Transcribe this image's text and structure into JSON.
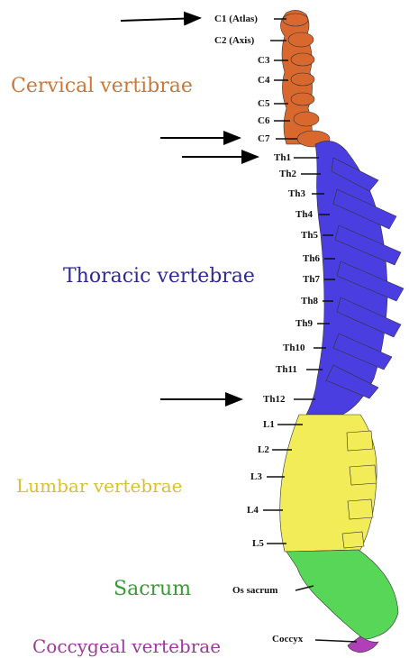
{
  "regions": {
    "cervical": {
      "label": "Cervical vertibrae",
      "color": "#c87838"
    },
    "thoracic": {
      "label": "Thoracic vertebrae",
      "color": "#2e2a8f"
    },
    "lumbar": {
      "label": "Lumbar vertebrae",
      "color": "#d8c030"
    },
    "sacrum": {
      "label": "Sacrum",
      "color": "#3a9a3a"
    },
    "coccygeal": {
      "label": "Coccygeal vertebrae",
      "color": "#9a3a9a"
    }
  },
  "fills": {
    "cervical": "#d9682f",
    "thoracic": "#4a3ee0",
    "lumbar": "#f2ec58",
    "sacrum": "#58d658",
    "coccyx": "#b040b8"
  },
  "vertebrae": {
    "c1": "C1 (Atlas)",
    "c2": "C2 (Axis)",
    "c3": "C3",
    "c4": "C4",
    "c5": "C5",
    "c6": "C6",
    "c7": "C7",
    "th1": "Th1",
    "th2": "Th2",
    "th3": "Th3",
    "th4": "Th4",
    "th5": "Th5",
    "th6": "Th6",
    "th7": "Th7",
    "th8": "Th8",
    "th9": "Th9",
    "th10": "Th10",
    "th11": "Th11",
    "th12": "Th12",
    "l1": "L1",
    "l2": "L2",
    "l3": "L3",
    "l4": "L4",
    "l5": "L5",
    "os_sacrum": "Os sacrum",
    "coccyx": "Coccyx"
  }
}
